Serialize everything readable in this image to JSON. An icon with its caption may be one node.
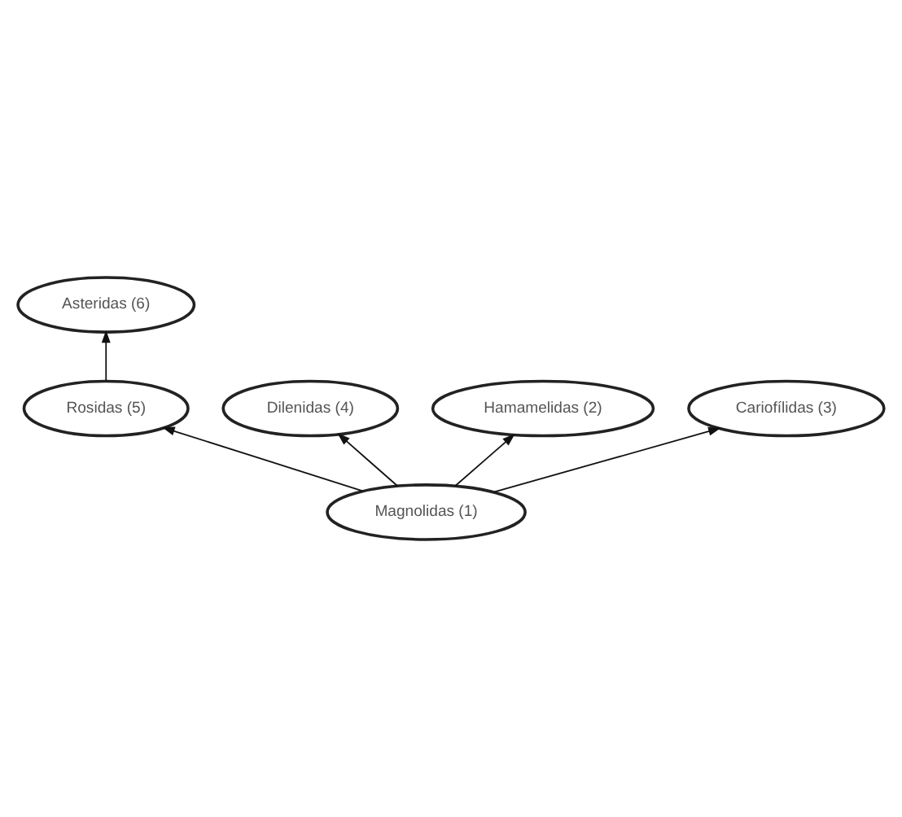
{
  "diagram": {
    "nodes": [
      {
        "text": [
          "Magnolidas (1)"
        ]
      },
      {
        "text": [
          "Rosidas (5)"
        ]
      },
      {
        "text": [
          "Asteridas (6)"
        ]
      },
      {
        "text": [
          "Dilenidas (4)"
        ]
      },
      {
        "text": [
          "Hamamelidas (2)"
        ]
      },
      {
        "text": [
          "Cariofílidas (3)"
        ]
      }
    ],
    "edges": [
      {
        "from": 0,
        "to": 1,
        "arrow": "to"
      },
      {
        "from": 0,
        "to": 4,
        "arrow": "to"
      },
      {
        "from": 0,
        "to": 3,
        "arrow": "to"
      },
      {
        "from": 1,
        "to": 2,
        "arrow": "to"
      },
      {
        "from": 0,
        "to": 5,
        "arrow": "to"
      }
    ]
  }
}
